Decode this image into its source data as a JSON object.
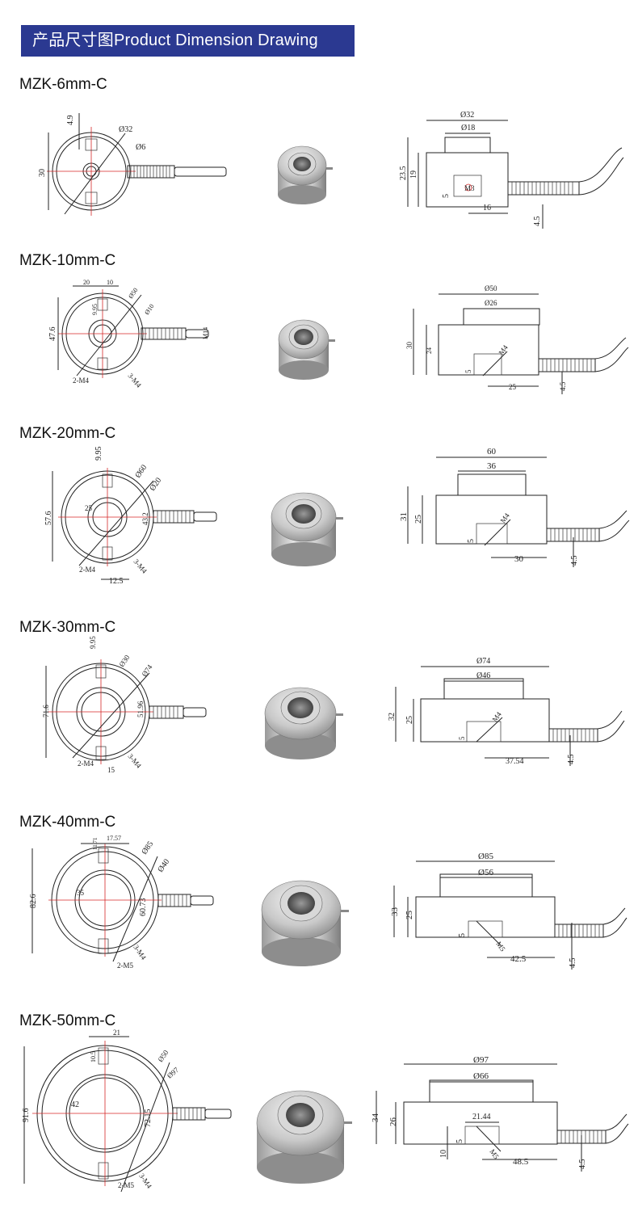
{
  "header": {
    "title": "产品尺寸图Product Dimension Drawing"
  },
  "colors": {
    "header_bg": "#2b3991",
    "header_text": "#ffffff",
    "line": "#222222",
    "center_line": "#d62828"
  },
  "models": [
    {
      "name": "MZK-6mm-C",
      "top": {
        "dims": [
          "4.9",
          "Ø32",
          "Ø6",
          "30"
        ]
      },
      "side": {
        "dims": [
          "Ø32",
          "Ø18",
          "23.5",
          "19",
          "5",
          "M3",
          "16",
          "4.5"
        ]
      }
    },
    {
      "name": "MZK-10mm-C",
      "top": {
        "dims": [
          "20",
          "10",
          "9.95",
          "Ø50",
          "Ø10",
          "47.6",
          "M14",
          "2-M4",
          "3-M4"
        ]
      },
      "side": {
        "dims": [
          "Ø50",
          "Ø26",
          "30",
          "24",
          "5",
          "M4",
          "25",
          "4.5"
        ]
      }
    },
    {
      "name": "MZK-20mm-C",
      "top": {
        "dims": [
          "9.95",
          "Ø60",
          "Ø20",
          "57.6",
          "25",
          "43.2",
          "2-M4",
          "3-M4",
          "12.5"
        ]
      },
      "side": {
        "dims": [
          "60",
          "36",
          "31",
          "25",
          "5",
          "M4",
          "30",
          "4.5"
        ]
      }
    },
    {
      "name": "MZK-30mm-C",
      "top": {
        "dims": [
          "9.95",
          "Ø30",
          "Ø74",
          "71.6",
          "51.96",
          "2-M4",
          "3-M4",
          "15"
        ]
      },
      "side": {
        "dims": [
          "Ø74",
          "Ø46",
          "32",
          "25",
          "5",
          "M4",
          "37.54",
          "4.5"
        ]
      }
    },
    {
      "name": "MZK-40mm-C",
      "top": {
        "dims": [
          "11.71",
          "17.57",
          "Ø85",
          "Ø40",
          "82.6",
          "35",
          "60.73",
          "3-M4",
          "2-M5"
        ]
      },
      "side": {
        "dims": [
          "Ø85",
          "Ø56",
          "33",
          "25",
          "5",
          "M5",
          "42.5",
          "4.5"
        ]
      }
    },
    {
      "name": "MZK-50mm-C",
      "top": {
        "dims": [
          "21",
          "10.5",
          "Ø50",
          "Ø97",
          "91.6",
          "42",
          "72.15",
          "3-M4",
          "2-M5"
        ]
      },
      "side": {
        "dims": [
          "Ø97",
          "Ø66",
          "34",
          "26",
          "21.44",
          "5",
          "10",
          "M5",
          "48.5",
          "4.5"
        ]
      }
    }
  ]
}
